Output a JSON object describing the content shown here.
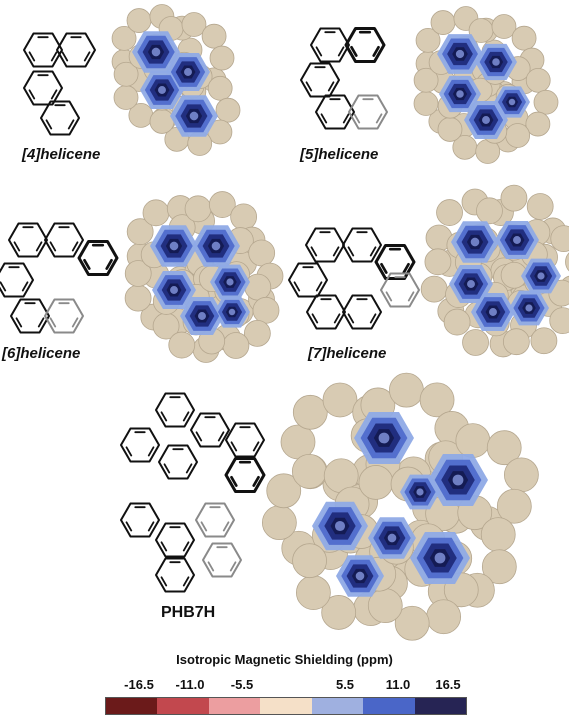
{
  "molecules": [
    {
      "id": "h4",
      "label": "[4]helicene"
    },
    {
      "id": "h5",
      "label": "[5]helicene"
    },
    {
      "id": "h6",
      "label": "[6]helicene"
    },
    {
      "id": "h7",
      "label": "[7]helicene"
    },
    {
      "id": "phb7h",
      "label": "PHB7H"
    }
  ],
  "scale": {
    "title": "Isotropic Magnetic Shielding (ppm)",
    "ticks": [
      "-16.5",
      "-11.0",
      "-5.5",
      "5.5",
      "11.0",
      "16.5"
    ],
    "colors": [
      "#6b1a1a",
      "#c2484e",
      "#ec9ea0",
      "#f5e0c8",
      "#9fb0e0",
      "#4a66c8",
      "#262454"
    ]
  },
  "colors": {
    "sphere": "#d8cbb3",
    "shield_light": "#8faae6",
    "shield_mid": "#4f6bcc",
    "shield_dark": "#1f2a7a",
    "shield_core": "#141a52"
  }
}
